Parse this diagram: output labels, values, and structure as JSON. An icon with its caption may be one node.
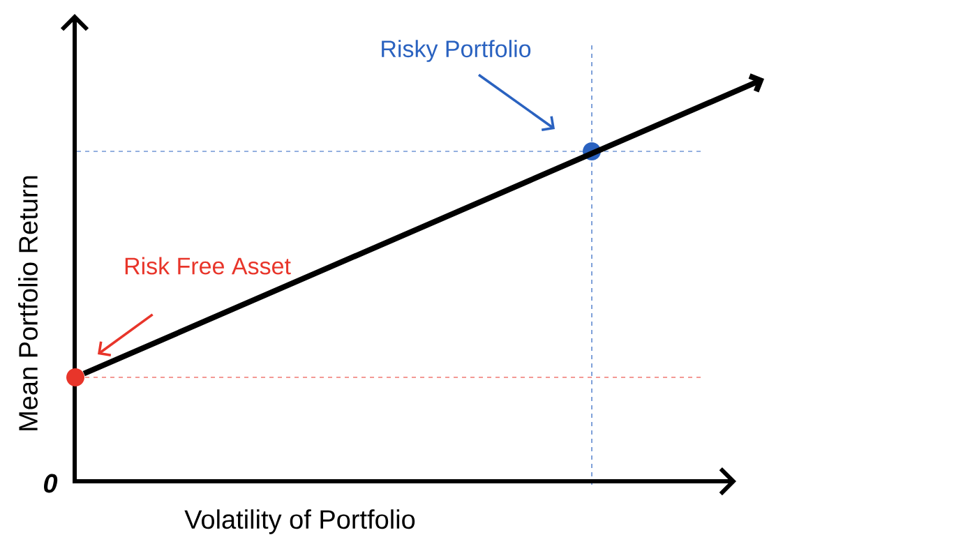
{
  "diagram": {
    "nodes": [
      {
        "text": [
          "Risky Portfolio"
        ]
      },
      {
        "text": [
          "Risk Free Asset"
        ]
      },
      {
        "text": [],
        "shape": "circle"
      },
      {
        "text": [],
        "shape": "circle"
      }
    ],
    "edges": [
      {
        "from": 0,
        "to": 2,
        "arrow": "to",
        "color": "#2a62c0"
      },
      {
        "from": 1,
        "to": 3,
        "arrow": "to",
        "color": "#e8352a"
      },
      {
        "from": 3,
        "to": null,
        "arrow": "to",
        "style": "thick",
        "color": "#000000"
      }
    ],
    "labels": [
      "0",
      "Volatility of Portfolio",
      "Mean Portfolio Return"
    ]
  }
}
